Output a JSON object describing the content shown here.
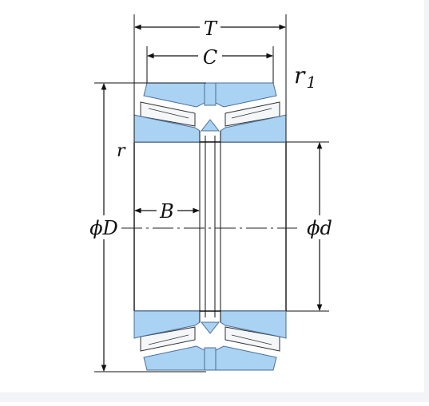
{
  "labels": {
    "overall_width": "T",
    "cup_width": "C",
    "cone_width": "B",
    "chamfer_small": "r",
    "chamfer_large": "r",
    "chamfer_large_subscript": "1",
    "outer_diameter": "ϕD",
    "bore_diameter": "ϕd"
  },
  "colors": {
    "ring_fill": "#a9d2f3",
    "ring_stroke": "#4a6f96",
    "roller_fill": "#f4f6f8",
    "line": "#111111",
    "centerline": "#222222"
  }
}
